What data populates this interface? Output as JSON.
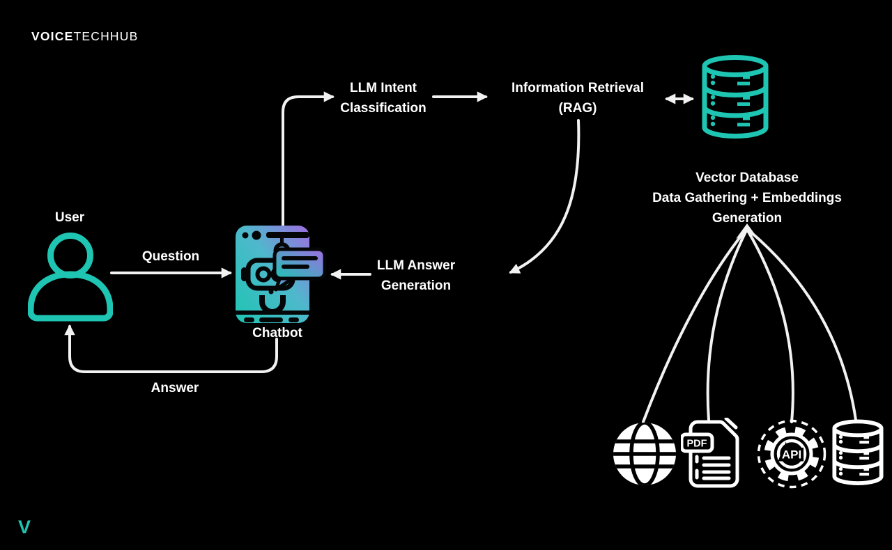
{
  "colors": {
    "teal": "#1EC5B2",
    "purple": "#A06CE3",
    "arrow": "#F2F2F2",
    "bg": "#000000"
  },
  "logo": {
    "brand_bold": "VOICE",
    "brand_rest": "TECHHUB"
  },
  "footer": {
    "mark": "V"
  },
  "nodes": {
    "user": {
      "label": "User"
    },
    "chatbot": {
      "label": "Chatbot"
    },
    "vector_db": {
      "line1": "Vector Database",
      "line2": "Data Gathering + Embeddings",
      "line3": "Generation"
    }
  },
  "edges": {
    "question": "Question",
    "answer": "Answer"
  },
  "steps": {
    "llm_intent": {
      "line1": "LLM Intent",
      "line2": "Classification"
    },
    "info_retrieval": {
      "line1": "Information Retrieval",
      "line2": "(RAG)"
    },
    "llm_answer": {
      "line1": "LLM Answer",
      "line2": "Generation"
    }
  },
  "icons": {
    "pdf_badge": "PDF",
    "api_label": "API"
  }
}
